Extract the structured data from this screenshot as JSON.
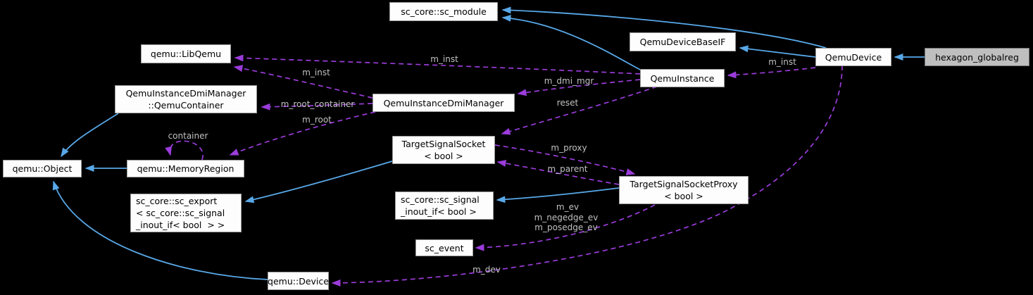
{
  "diagram": {
    "type": "doxygen-collaboration-graph",
    "focus_class": "hexagon_globalreg",
    "colors": {
      "background": "#000000",
      "inheritance_edge": "#58a8e8",
      "usage_edge": "#9b3cdb",
      "edge_label_text": "#c1c1c1",
      "node_background": "#fdfdfd",
      "node_border": "#9a9a9a",
      "node_text": "#000000",
      "focus_node_background": "#bfbfbf",
      "focus_node_border": "#737373"
    },
    "nodes": {
      "sc_module": {
        "label": "sc_core::sc_module"
      },
      "qemu_device_base_if": {
        "label": "QemuDeviceBaseIF"
      },
      "qemu_device": {
        "label": "QemuDevice"
      },
      "hexagon_globalreg": {
        "label": "hexagon_globalreg"
      },
      "lib_qemu": {
        "label": "qemu::LibQemu"
      },
      "qemu_instance": {
        "label": "QemuInstance"
      },
      "qemu_container": {
        "line1": "QemuInstanceDmiManager",
        "line2": "::QemuContainer"
      },
      "dmi_manager": {
        "label": "QemuInstanceDmiManager"
      },
      "target_signal_socket": {
        "line1": "TargetSignalSocket",
        "line2": "< bool >"
      },
      "qemu_object": {
        "label": "qemu::Object"
      },
      "memory_region": {
        "label": "qemu::MemoryRegion"
      },
      "proxy": {
        "line1": "TargetSignalSocketProxy",
        "line2": "< bool >"
      },
      "sc_export": {
        "line1": "sc_core::sc_export",
        "line2": "< sc_core::sc_signal",
        "line3": "_inout_if< bool  > >"
      },
      "sc_signal_inout_if": {
        "line1": "sc_core::sc_signal",
        "line2": "_inout_if< bool >"
      },
      "sc_event": {
        "label": "sc_event"
      },
      "qemu_device_lower": {
        "label": "qemu::Device"
      }
    },
    "edge_labels": {
      "m_inst_instance": "m_inst",
      "m_inst_dmi": "m_inst",
      "m_inst_device": "m_inst",
      "m_dmi_mgr": "m_dmi_mgr",
      "reset": "reset",
      "m_root_container": "m_root_container",
      "m_root": "m_root",
      "container": "container",
      "m_proxy": "m_proxy",
      "m_parent": "m_parent",
      "m_ev": "m_ev",
      "m_negedge_ev": "m_negedge_ev",
      "m_posedge_ev": "m_posedge_ev",
      "m_dev": "m_dev"
    },
    "edges": [
      {
        "from": "QemuDevice",
        "to": "sc_core::sc_module",
        "kind": "inheritance"
      },
      {
        "from": "QemuInstance",
        "to": "sc_core::sc_module",
        "kind": "inheritance"
      },
      {
        "from": "QemuDevice",
        "to": "QemuDeviceBaseIF",
        "kind": "inheritance"
      },
      {
        "from": "hexagon_globalreg",
        "to": "QemuDevice",
        "kind": "inheritance"
      },
      {
        "from": "QemuInstanceDmiManager::QemuContainer",
        "to": "qemu::Object",
        "kind": "inheritance"
      },
      {
        "from": "qemu::MemoryRegion",
        "to": "qemu::Object",
        "kind": "inheritance"
      },
      {
        "from": "qemu::Device",
        "to": "qemu::Object",
        "kind": "inheritance"
      },
      {
        "from": "TargetSignalSocket< bool >",
        "to": "sc_core::sc_export< sc_core::sc_signal_inout_if< bool > >",
        "kind": "inheritance"
      },
      {
        "from": "TargetSignalSocketProxy< bool >",
        "to": "sc_core::sc_signal_inout_if< bool >",
        "kind": "inheritance"
      },
      {
        "from": "QemuInstance",
        "to": "qemu::LibQemu",
        "kind": "usage",
        "label": "m_inst"
      },
      {
        "from": "QemuInstanceDmiManager",
        "to": "qemu::LibQemu",
        "kind": "usage",
        "label": "m_inst"
      },
      {
        "from": "QemuDevice",
        "to": "QemuInstance",
        "kind": "usage",
        "label": "m_inst"
      },
      {
        "from": "QemuInstance",
        "to": "QemuInstanceDmiManager",
        "kind": "usage",
        "label": "m_dmi_mgr"
      },
      {
        "from": "QemuInstance",
        "to": "TargetSignalSocket< bool >",
        "kind": "usage",
        "label": "reset"
      },
      {
        "from": "QemuInstanceDmiManager",
        "to": "QemuInstanceDmiManager::QemuContainer",
        "kind": "usage",
        "label": "m_root_container"
      },
      {
        "from": "QemuInstanceDmiManager",
        "to": "qemu::MemoryRegion",
        "kind": "usage",
        "label": "m_root"
      },
      {
        "from": "qemu::MemoryRegion",
        "to": "qemu::MemoryRegion",
        "kind": "usage",
        "label": "container"
      },
      {
        "from": "TargetSignalSocket< bool >",
        "to": "TargetSignalSocketProxy< bool >",
        "kind": "usage",
        "label": "m_proxy"
      },
      {
        "from": "TargetSignalSocketProxy< bool >",
        "to": "TargetSignalSocket< bool >",
        "kind": "usage",
        "label": "m_parent"
      },
      {
        "from": "TargetSignalSocketProxy< bool >",
        "to": "sc_event",
        "kind": "usage",
        "label": "m_ev m_negedge_ev m_posedge_ev"
      },
      {
        "from": "QemuDevice",
        "to": "qemu::Device",
        "kind": "usage",
        "label": "m_dev"
      }
    ]
  }
}
